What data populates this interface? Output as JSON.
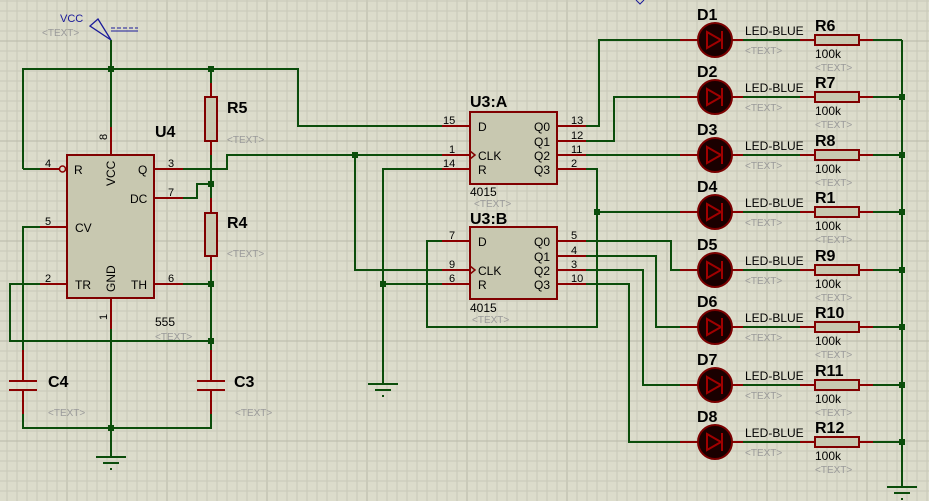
{
  "power": {
    "label": "VCC",
    "text": "<TEXT>"
  },
  "u4": {
    "ref": "U4",
    "value": "555",
    "text": "<TEXT>",
    "pins": {
      "r": "R",
      "vcc": "VCC",
      "q": "Q",
      "dc": "DC",
      "cv": "CV",
      "tr": "TR",
      "gnd": "GND",
      "th": "TH"
    },
    "pin_numbers": {
      "r": "4",
      "vcc": "8",
      "q": "3",
      "dc": "7",
      "cv": "5",
      "tr": "2",
      "gnd": "1",
      "th": "6"
    }
  },
  "r5": {
    "ref": "R5",
    "text": "<TEXT>"
  },
  "r4": {
    "ref": "R4",
    "text": "<TEXT>"
  },
  "c4": {
    "ref": "C4",
    "text": "<TEXT>"
  },
  "c3": {
    "ref": "C3",
    "text": "<TEXT>"
  },
  "u3a": {
    "ref": "U3:A",
    "value": "4015",
    "text": "<TEXT>",
    "pins": {
      "d": "D",
      "clk": "CLK",
      "r": "R",
      "q0": "Q0",
      "q1": "Q1",
      "q2": "Q2",
      "q3": "Q3"
    },
    "pin_numbers": {
      "d": "15",
      "clk": "1",
      "r": "14",
      "q0": "13",
      "q1": "12",
      "q2": "11",
      "q3": "2"
    }
  },
  "u3b": {
    "ref": "U3:B",
    "value": "4015",
    "text": "<TEXT>",
    "pins": {
      "d": "D",
      "clk": "CLK",
      "r": "R",
      "q0": "Q0",
      "q1": "Q1",
      "q2": "Q2",
      "q3": "Q3"
    },
    "pin_numbers": {
      "d": "7",
      "clk": "9",
      "r": "6",
      "q0": "5",
      "q1": "4",
      "q2": "3",
      "q3": "10"
    }
  },
  "leds": [
    {
      "ref": "D1",
      "value": "LED-BLUE",
      "text": "<TEXT>"
    },
    {
      "ref": "D2",
      "value": "LED-BLUE",
      "text": "<TEXT>"
    },
    {
      "ref": "D3",
      "value": "LED-BLUE",
      "text": "<TEXT>"
    },
    {
      "ref": "D4",
      "value": "LED-BLUE",
      "text": "<TEXT>"
    },
    {
      "ref": "D5",
      "value": "LED-BLUE",
      "text": "<TEXT>"
    },
    {
      "ref": "D6",
      "value": "LED-BLUE",
      "text": "<TEXT>"
    },
    {
      "ref": "D7",
      "value": "LED-BLUE",
      "text": "<TEXT>"
    },
    {
      "ref": "D8",
      "value": "LED-BLUE",
      "text": "<TEXT>"
    }
  ],
  "resistors": [
    {
      "ref": "R6",
      "value": "100k",
      "text": "<TEXT>"
    },
    {
      "ref": "R7",
      "value": "100k",
      "text": "<TEXT>"
    },
    {
      "ref": "R8",
      "value": "100k",
      "text": "<TEXT>"
    },
    {
      "ref": "R1",
      "value": "100k",
      "text": "<TEXT>"
    },
    {
      "ref": "R9",
      "value": "100k",
      "text": "<TEXT>"
    },
    {
      "ref": "R10",
      "value": "100k",
      "text": "<TEXT>"
    },
    {
      "ref": "R11",
      "value": "100k",
      "text": "<TEXT>"
    },
    {
      "ref": "R12",
      "value": "100k",
      "text": "<TEXT>"
    }
  ],
  "colors": {
    "background": "#dcdccb",
    "wire": "#0b4d0b",
    "pin": "#8b0000",
    "body_fill": "#c8c8b0",
    "body_stroke": "#800000",
    "led_fill": "#1a0000",
    "power": "#1a1a9a"
  }
}
